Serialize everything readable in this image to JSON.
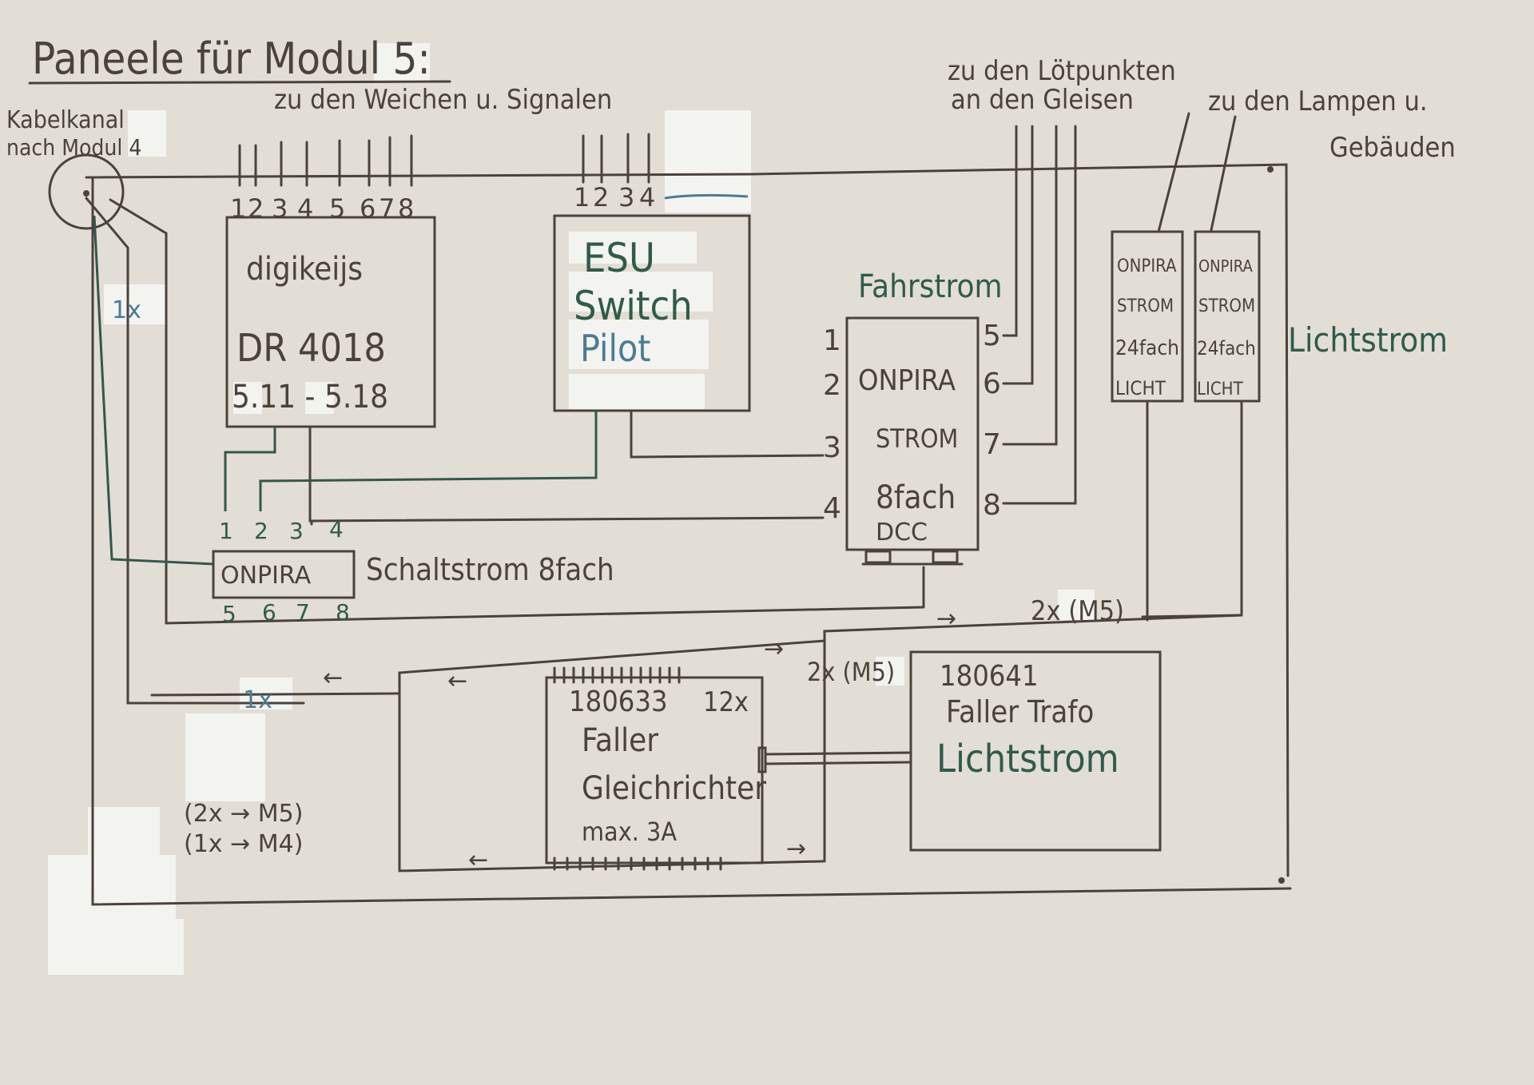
{
  "title": "Paneele für Modul 5:",
  "cable_channel": {
    "line1": "Kabelkanal",
    "line2": "nach Modul 4",
    "count": "1x"
  },
  "turnouts_label": "zu den Weichen u. Signalen",
  "digikeijs": {
    "brand": "digikeijs",
    "model": "DR 4018",
    "addresses": "5.11 - 5.18",
    "ports": [
      "1",
      "2",
      "3",
      "4",
      "5",
      "6",
      "7",
      "8"
    ]
  },
  "esu": {
    "line1": "ESU",
    "line2": "Switch",
    "line3": "Pilot",
    "ports": [
      "1",
      "2",
      "3",
      "4"
    ]
  },
  "track_label": {
    "line1": "zu den Lötpunkten",
    "line2": "an den Gleisen"
  },
  "fahrstrom": {
    "label": "Fahrstrom",
    "line1": "ONPIRA",
    "line2": "STROM",
    "line3": "8fach",
    "line4": "DCC",
    "left_ports": [
      "1",
      "2",
      "3",
      "4"
    ],
    "right_ports": [
      "5",
      "6",
      "7",
      "8"
    ]
  },
  "lamps_label": {
    "line1": "zu den Lampen u.",
    "line2": "Gebäuden"
  },
  "licht_boxes": [
    {
      "line1": "ONPIRA",
      "line2": "STROM",
      "line3": "24fach",
      "line4": "LICHT"
    },
    {
      "line1": "ONPIRA",
      "line2": "STROM",
      "line3": "24fach",
      "line4": "LICHT"
    }
  ],
  "lichtstrom_label": "Lichtstrom",
  "schaltstrom": {
    "box": "ONPIRA",
    "label": "Schaltstrom 8fach",
    "top_ports": [
      "1",
      "2",
      "3",
      "4"
    ],
    "bottom_ports": [
      "5",
      "6",
      "7",
      "8"
    ]
  },
  "gleichrichter": {
    "part": "180633",
    "count": "12x",
    "line1": "Faller",
    "line2": "Gleichrichter",
    "line3": "max. 3A"
  },
  "trafo": {
    "part": "180641",
    "line1": "Faller Trafo",
    "line2": "Lichtstrom"
  },
  "annotations": {
    "m5_right": "2x (M5)",
    "m5_mid": "2x (M5)",
    "one_x": "1x",
    "note1": "(2x → M5)",
    "note2": "(1x → M4)",
    "arrow_right": "→",
    "arrow_left": "←"
  }
}
